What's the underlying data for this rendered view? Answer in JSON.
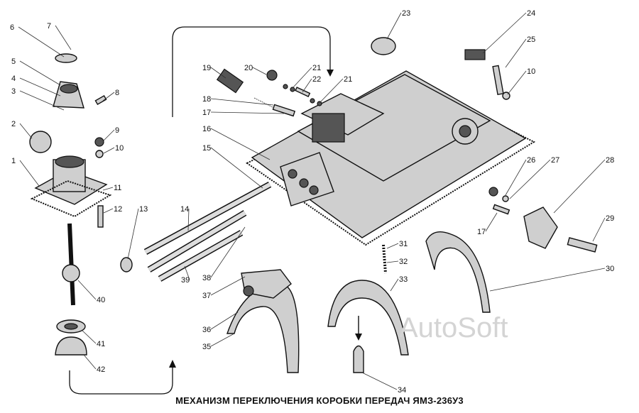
{
  "caption": "МЕХАНИЗМ ПЕРЕКЛЮЧЕНИЯ КОРОБКИ ПЕРЕДАЧ ЯМЗ-236У3",
  "watermark": "AutoSoft",
  "part_labels": [
    "6",
    "7",
    "5",
    "4",
    "3",
    "8",
    "2",
    "9",
    "10",
    "1",
    "11",
    "12",
    "13",
    "14",
    "15",
    "16",
    "17",
    "18",
    "19",
    "20",
    "21",
    "22",
    "21",
    "23",
    "24",
    "25",
    "10",
    "26",
    "27",
    "28",
    "17",
    "29",
    "30",
    "31",
    "32",
    "33",
    "34",
    "35",
    "36",
    "37",
    "38",
    "39",
    "40",
    "41",
    "42"
  ]
}
